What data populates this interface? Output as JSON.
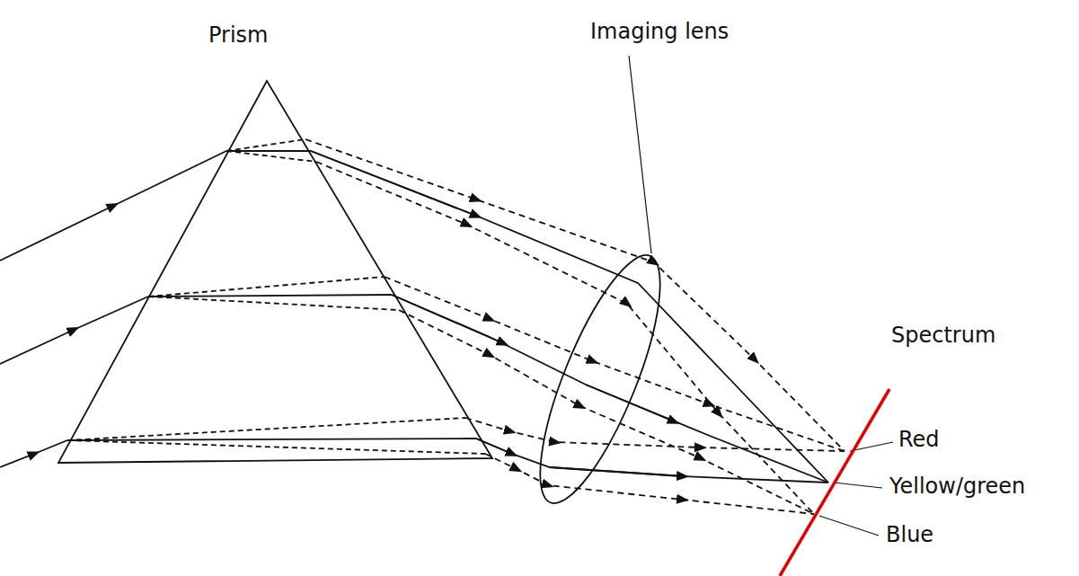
{
  "diagram": {
    "labels": [
      "Prism",
      "Imaging lens",
      "Spectrum",
      "Red",
      "Yellow/green",
      "Blue"
    ]
  }
}
